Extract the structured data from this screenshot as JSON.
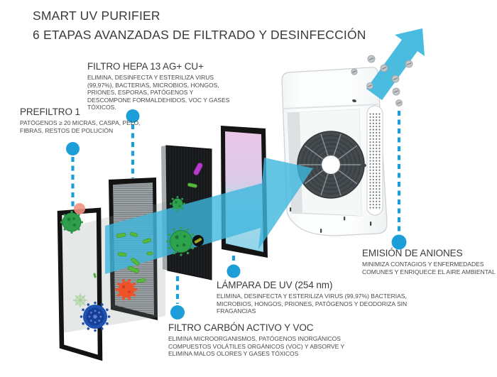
{
  "title": {
    "line1": "SMART UV PURIFIER",
    "line2": "6 ETAPAS AVANZADAS DE FILTRADO Y DESINFECCIÓN"
  },
  "stages": [
    {
      "id": "prefiltro",
      "heading": "PREFILTRO 1",
      "body": "PATÓGENOS ≥ 20 MICRAS, CASPA, PELO, FIBRAS, RESTOS DE POLUCIÓN"
    },
    {
      "id": "hepa",
      "heading": "FILTRO HEPA 13 AG+ CU+",
      "body": "ELIMINA, DESINFECTA Y ESTERILIZA VIRUS (99,97%), BACTERIAS, MICROBIOS, HONGOS, PRIONES, ESPORAS, PATÓGENOS Y DESCOMPONE FORMALDEHIDOS, VOC Y GASES TÓXICOS."
    },
    {
      "id": "carbon",
      "heading": "FILTRO CARBÓN ACTIVO Y VOC",
      "body": "ELIMINA MICROORGANISMOS, PATÓGENOS INORGÁNICOS COMPUESTOS VOLÁTILES ORGÁNICOS (VOC) Y ABSORVE Y ELIMINA MALOS OLORES Y GASES TÓXICOS"
    },
    {
      "id": "uv",
      "heading": "LÁMPARA DE UV (254 nm)",
      "body": "ELIMINA, DESINFECTA Y ESTERILIZA VIRUS (99,97%) BACTERIAS, MICROBIOS, HONGOS, PRIONES, PATÓGENOS Y DEODORIZA SIN FRAGANCIAS"
    },
    {
      "id": "aniones",
      "heading": "EMISIÓN DE ANIONES",
      "body": "MINIMIZA CONTAGIOS Y ENFERMEDADES COMUNES Y ENRIQUECE EL AIRE AMBIENTAL"
    }
  ],
  "colors": {
    "connector_blue": "#1E9ED9",
    "arrow_cyan": "#49BCE0",
    "text_dark": "#3A3A3A",
    "text_body": "#4A4A4A",
    "uv_pane_pink": "#EBC7E9",
    "uv_pane_cyan": "#8FD5EA"
  },
  "icons": {
    "airflow_arrow": "semi-transparent cyan right arrow through filters",
    "outflow_arrow": "cyan arrow up-right from purifier top",
    "anion_particles": "gray circles with minus marks",
    "fan": "dark radial fan with white hub",
    "vent_grille": "perforated side vent",
    "connector_dot": "blue dot with dashed leader line",
    "microbes": "virus and bacteria particles on filters"
  }
}
